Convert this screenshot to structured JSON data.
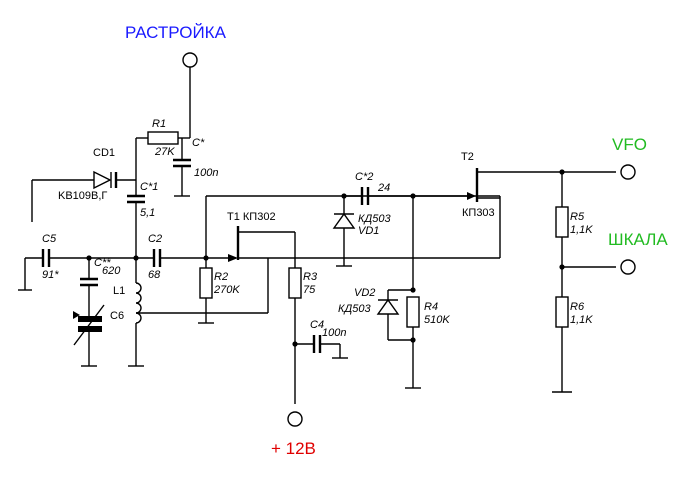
{
  "terminals": {
    "tuning": {
      "label": "РАСТРОЙКА",
      "color": "#1a1aff"
    },
    "vfo": {
      "label": "VFO",
      "color": "#22bb22"
    },
    "scale": {
      "label": "ШКАЛА",
      "color": "#22bb22"
    },
    "supply": {
      "label": "+ 12В",
      "color": "#e00000"
    }
  },
  "components": {
    "r1": {
      "ref": "R1",
      "value": "27K"
    },
    "c_star_top": {
      "ref": "C*",
      "value": "100n"
    },
    "cd1": {
      "ref": "CD1",
      "value": "KB109В,Г"
    },
    "c_star1": {
      "ref": "C*1",
      "value": "5,1"
    },
    "c5": {
      "ref": "C5",
      "value": "91*"
    },
    "c_star_star": {
      "ref": "C**",
      "value": "620"
    },
    "c2": {
      "ref": "C2",
      "value": "68"
    },
    "l1": {
      "ref": "L1"
    },
    "c6": {
      "ref": "C6"
    },
    "t1": {
      "ref": "T1 КП302"
    },
    "r2": {
      "ref": "R2",
      "value": "270K"
    },
    "r3": {
      "ref": "R3",
      "value": "75"
    },
    "c4": {
      "ref": "C4",
      "value": "100n"
    },
    "c_star2": {
      "ref": "C*2",
      "value": "24"
    },
    "vd1": {
      "ref": "VD1",
      "type": "КД503"
    },
    "vd2": {
      "ref": "VD2",
      "type": "КД503"
    },
    "r4": {
      "ref": "R4",
      "value": "510K"
    },
    "t2": {
      "ref": "T2",
      "type": "КП303"
    },
    "r5": {
      "ref": "R5",
      "value": "1,1K"
    },
    "r6": {
      "ref": "R6",
      "value": "1,1K"
    }
  }
}
